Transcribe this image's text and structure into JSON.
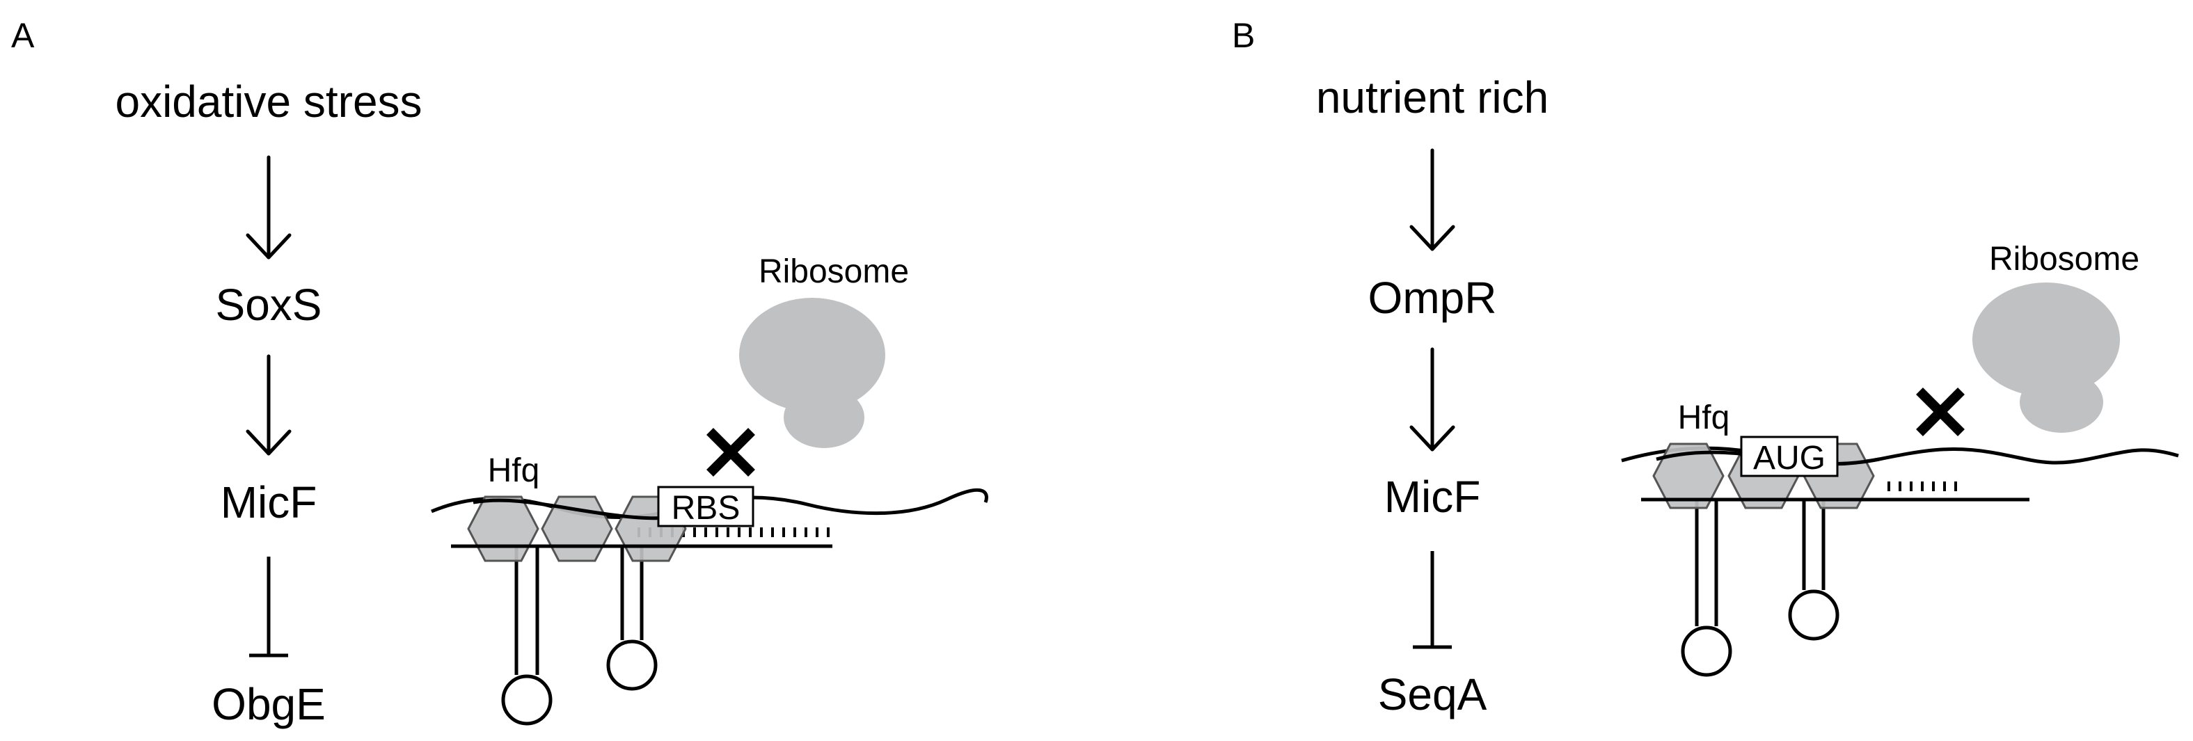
{
  "colors": {
    "line": "#000000",
    "protein_fill": "#c0c1c3",
    "protein_stroke": "#555555",
    "background": "#ffffff",
    "box_fill": "#ffffff"
  },
  "icons": {
    "activation_arrow": "down-arrow-icon",
    "repression": "t-bar-inhibition-icon",
    "block": "x-mark-icon",
    "hfq": "hexagon-icon",
    "ribosome": "ribosome-shape-icon"
  },
  "panels": {
    "a": {
      "letter": "A",
      "pathway": [
        "oxidative stress",
        "SoxS",
        "MicF",
        "ObgE"
      ],
      "hfq_label": "Hfq",
      "site_label": "RBS",
      "ribosome_label": "Ribosome"
    },
    "b": {
      "letter": "B",
      "pathway": [
        "nutrient rich",
        "OmpR",
        "MicF",
        "SeqA"
      ],
      "hfq_label": "Hfq",
      "site_label": "AUG",
      "ribosome_label": "Ribosome"
    }
  }
}
